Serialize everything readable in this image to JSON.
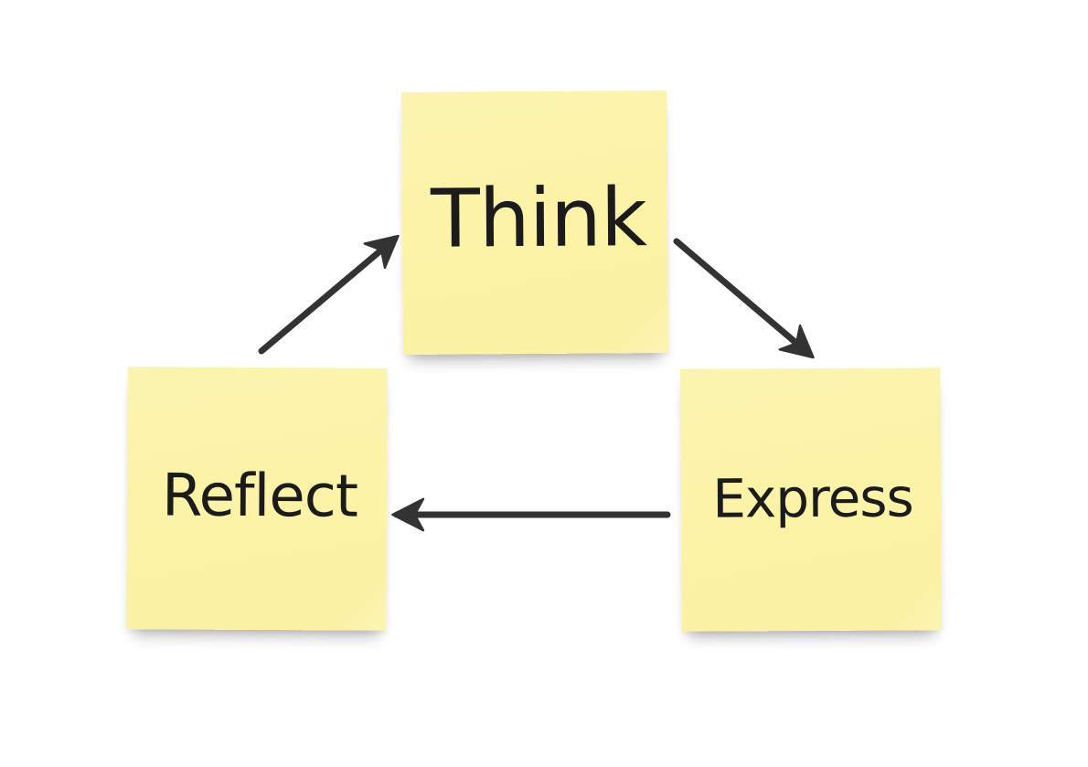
{
  "notes": {
    "think": {
      "label": "Think"
    },
    "express": {
      "label": "Express"
    },
    "reflect": {
      "label": "Reflect"
    }
  },
  "colors": {
    "sticky_note": "#fbf3a8",
    "arrow": "#333333",
    "text": "#1b1b1b",
    "background": "#ffffff"
  }
}
